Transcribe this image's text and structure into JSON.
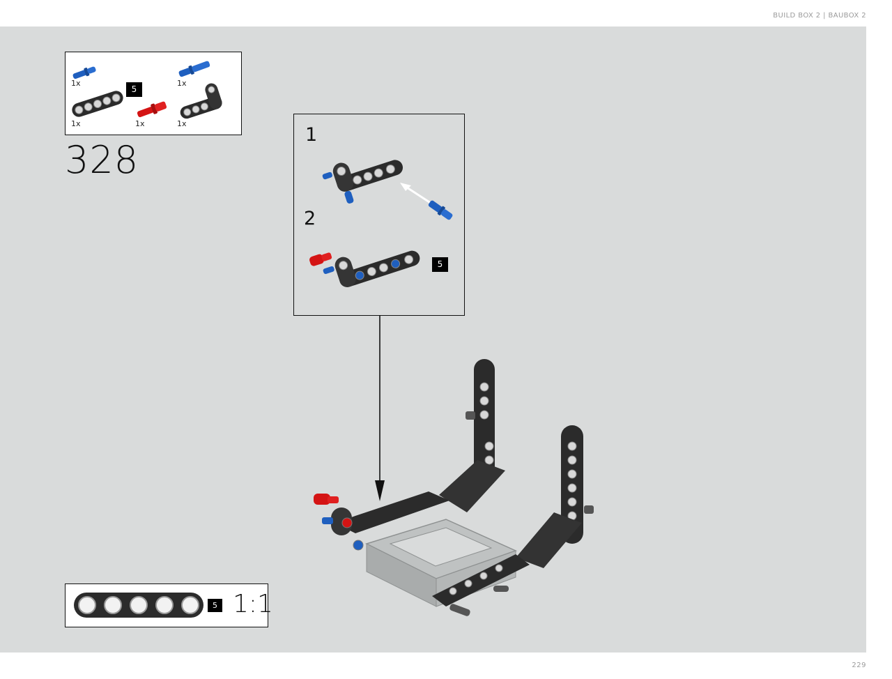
{
  "header": {
    "text": "BUILD BOX 2  |  BAUBOX 2"
  },
  "page_number": "229",
  "parts_list": {
    "items": [
      {
        "name": "blue-axle-pin",
        "qty": "1x",
        "color": "#1f5fbf"
      },
      {
        "name": "blue-long-pin",
        "qty": "1x",
        "color": "#1f5fbf"
      },
      {
        "name": "black-beam-5",
        "qty": "1x",
        "length": "5",
        "color": "#2b2b2b"
      },
      {
        "name": "red-axle-pin",
        "qty": "1x",
        "color": "#d41414"
      },
      {
        "name": "black-angled-beam",
        "qty": "1x",
        "color": "#2b2b2b"
      }
    ]
  },
  "step": {
    "number": "328"
  },
  "substeps": [
    {
      "number": "1"
    },
    {
      "number": "2",
      "length_badge": "5"
    }
  ],
  "scale_ruler": {
    "length_badge": "5",
    "scale": "1:1"
  },
  "colors": {
    "stage_bg": "#d9dbdb",
    "beam_dark": "#2b2b2b",
    "frame_light": "#bfc2c2",
    "pin_blue": "#1f5fbf",
    "pin_red": "#d41414"
  }
}
